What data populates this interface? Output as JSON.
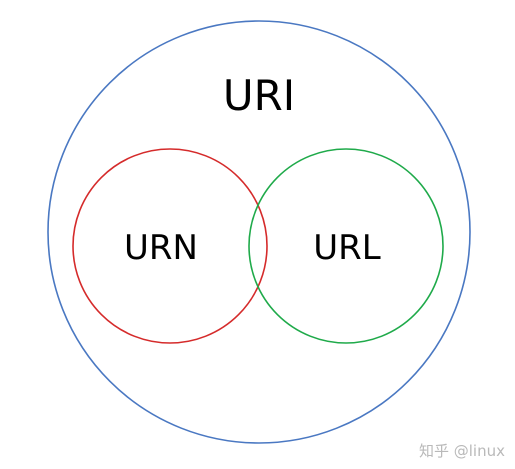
{
  "diagram": {
    "outer": {
      "label": "URI",
      "color": "#4a78c2"
    },
    "left": {
      "label": "URN",
      "color": "#d52b2b"
    },
    "right": {
      "label": "URL",
      "color": "#1faa4a"
    }
  },
  "watermark": "知乎 @linux"
}
